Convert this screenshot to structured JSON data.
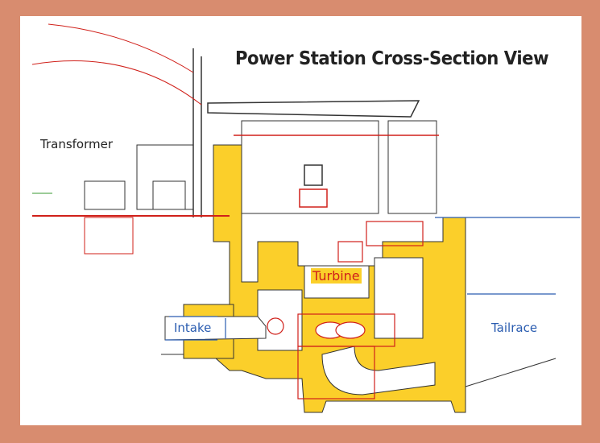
{
  "title": "Power Station Cross-Section View",
  "labels": {
    "transformer": "Transformer",
    "turbine": "Turbine",
    "intake": "Intake",
    "tailrace": "Tailrace"
  },
  "colors": {
    "border": "#d88c6f",
    "concrete": "#fbcf2a",
    "equipment": "#d0201a",
    "water": "#2a5cb0",
    "structure": "#333333"
  }
}
